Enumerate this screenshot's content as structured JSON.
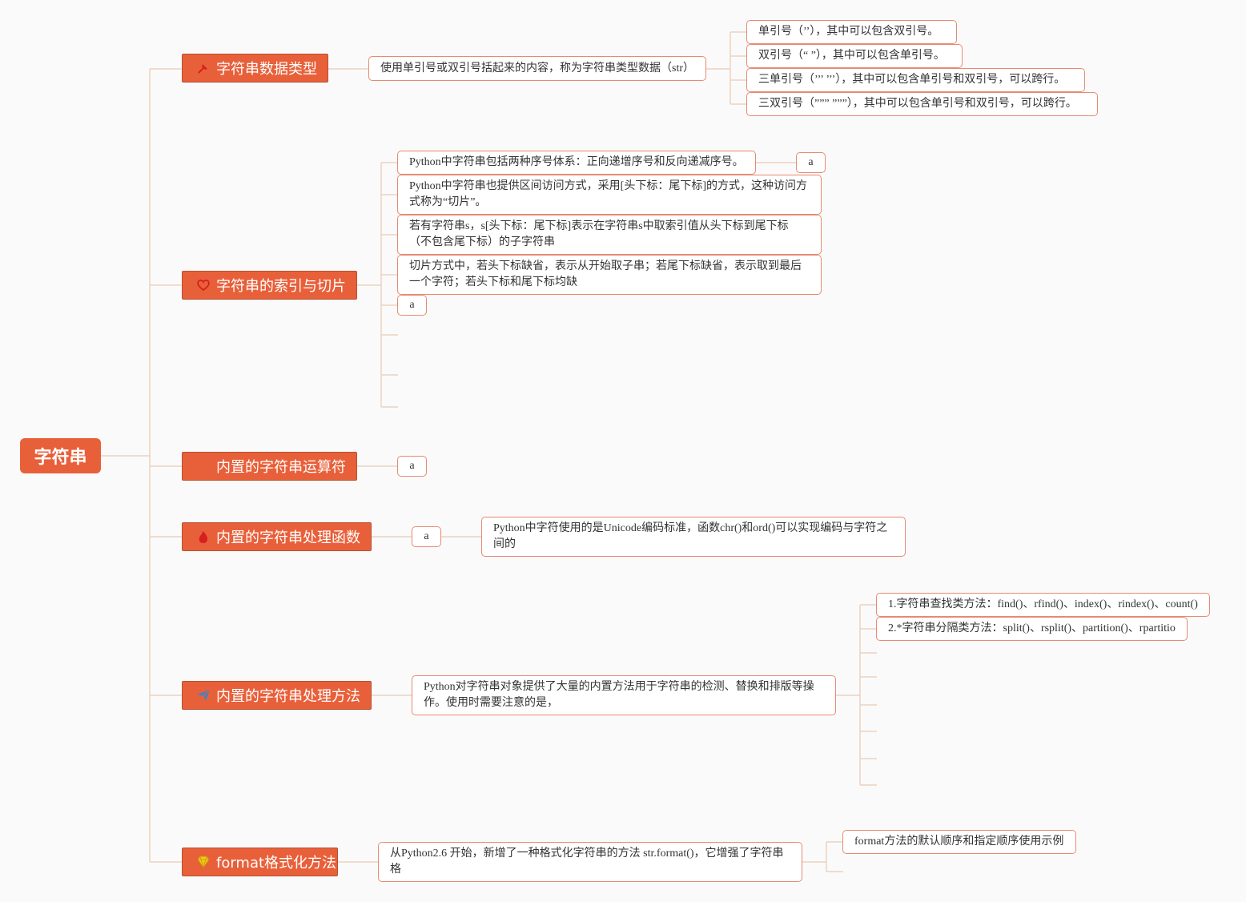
{
  "root": {
    "label": "字符串"
  },
  "branches": [
    {
      "label": "字符串数据类型",
      "icon": "pin-icon"
    },
    {
      "label": "字符串的索引与切片",
      "icon": "heart-icon"
    },
    {
      "label": "内置的字符串运算符",
      "icon": ""
    },
    {
      "label": "内置的字符串处理函数",
      "icon": "fire-icon"
    },
    {
      "label": "内置的字符串处理方法",
      "icon": "paper-plane-icon"
    },
    {
      "label": "format格式化方法",
      "icon": "diamond-icon"
    }
  ],
  "type_branch": {
    "desc": "使用单引号或双引号括起来的内容，称为字符串类型数据（str）",
    "items": [
      "单引号（’’），其中可以包含双引号。",
      "双引号（“ ”），其中可以包含单引号。",
      "三单引号（’’’ ’’’），其中可以包含单引号和双引号，可以跨行。",
      "三双引号（”””  ”””），其中可以包含单引号和双引号，可以跨行。"
    ]
  },
  "index_branch": {
    "items": [
      "Python中字符串包括两种序号体系：正向递增序号和反向递减序号。",
      "Python中字符串也提供区间访问方式，采用[头下标：尾下标]的方式，这种访问方式称为“切片”。",
      "若有字符串s，s[头下标：尾下标]表示在字符串s中取索引值从头下标到尾下标（不包含尾下标）的子字符串",
      "切片方式中，若头下标缺省，表示从开始取子串；若尾下标缺省，表示取到最后一个字符；若头下标和尾下标均缺",
      "a"
    ],
    "sub_a": "a"
  },
  "operator_branch": {
    "item": "a"
  },
  "function_branch": {
    "item": "a",
    "desc": "Python中字符使用的是Unicode编码标准，函数chr()和ord()可以实现编码与字符之间的"
  },
  "method_branch": {
    "desc": "Python对字符串对象提供了大量的内置方法用于字符串的检测、替换和排版等操作。使用时需要注意的是，",
    "items": [
      "1.字符串查找类方法：find()、rfind()、index()、rindex()、count()",
      "2.*字符串分隔类方法：split()、rsplit()、partition()、rpartitio"
    ]
  },
  "format_branch": {
    "desc": "从Python2.6 开始，新增了一种格式化字符串的方法 str.format()，它增强了字符串格",
    "items": [
      "format方法的默认顺序和指定顺序使用示例"
    ]
  },
  "colors": {
    "accent": "#e8603a",
    "box_border": "#e88a72",
    "line": "#e9c9b4"
  }
}
